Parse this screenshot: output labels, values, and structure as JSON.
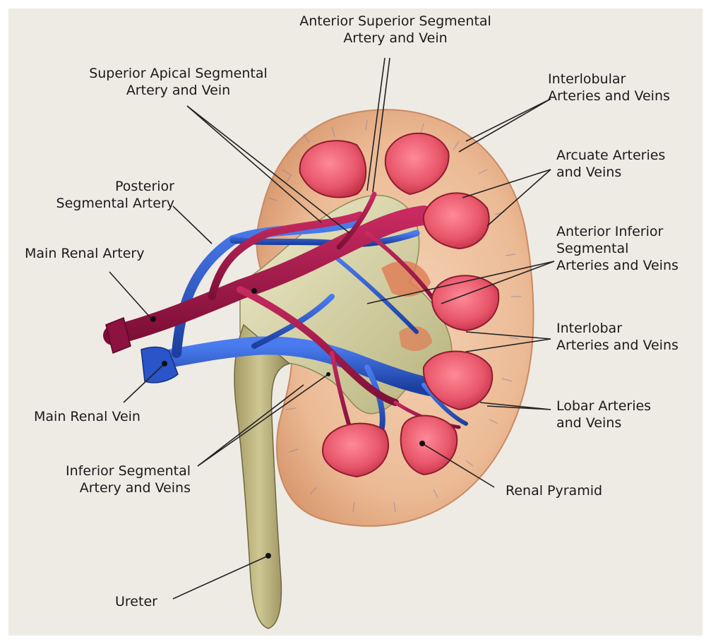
{
  "labels": {
    "anterior_superior_segmental": "Anterior Superior Segmental\nArtery and Vein",
    "superior_apical_segmental": "Superior Apical Segmental\nArtery and Vein",
    "interlobular": "Interlobular\nArteries and Veins",
    "arcuate": "Arcuate Arteries\nand Veins",
    "posterior_segmental": "Posterior\nSegmental Artery",
    "main_renal_artery": "Main Renal Artery",
    "anterior_inferior_segmental": "Anterior Inferior\nSegmental\nArteries and Veins",
    "interlobar": "Interlobar\nArteries and Veins",
    "lobar": "Lobar Arteries\nand Veins",
    "main_renal_vein": "Main Renal Vein",
    "inferior_segmental": "Inferior Segmental\nArtery and Veins",
    "renal_pyramid": "Renal Pyramid",
    "ureter": "Ureter"
  },
  "colors": {
    "background": "#eeebe5",
    "cortex": "#e8b48f",
    "pyramid": "#e8566a",
    "artery": "#a4174a",
    "vein": "#2a55c8",
    "pelvis": "#d7d3a2",
    "ureter": "#b9b07c"
  }
}
